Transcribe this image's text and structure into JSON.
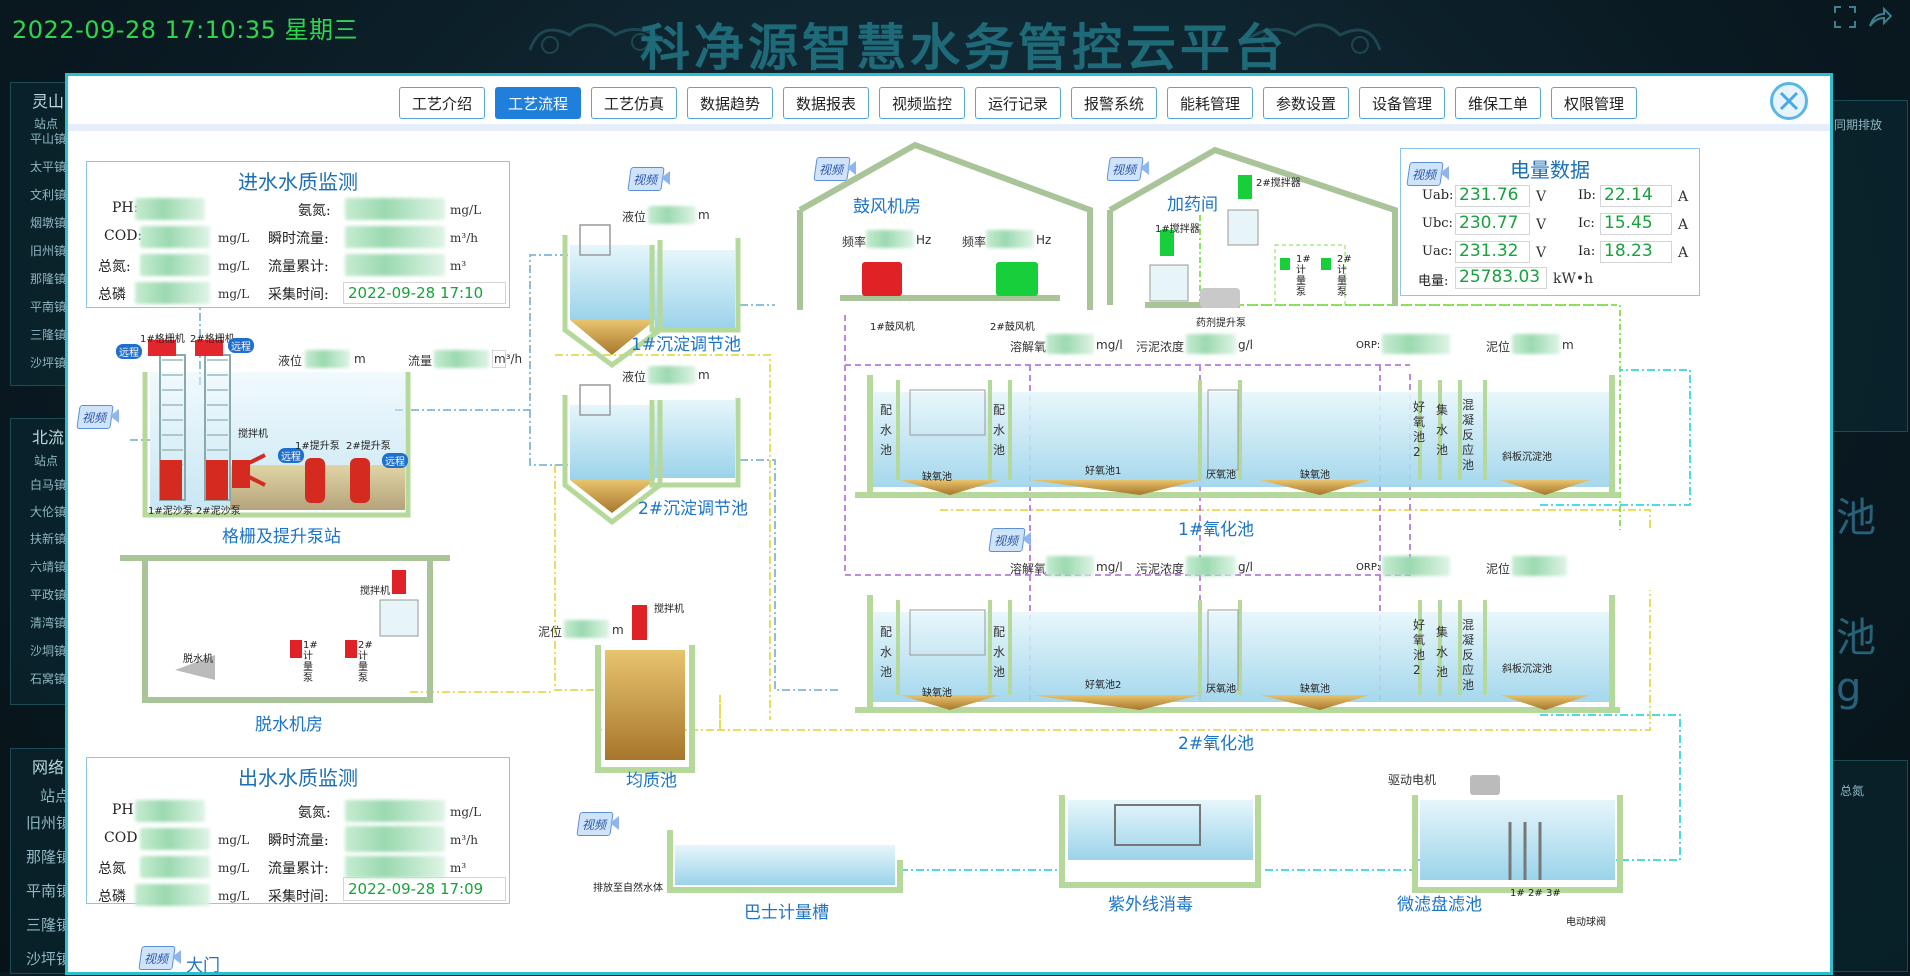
{
  "header": {
    "datetime": "2022-09-28 17:10:35 星期三",
    "title": "科净源智慧水务管控云平台"
  },
  "background": {
    "left_panel_1": {
      "heading": "灵山",
      "col": "站点",
      "rows": [
        "平山镇",
        "太平镇",
        "文利镇",
        "烟墩镇",
        "旧州镇",
        "那隆镇",
        "平南镇",
        "三隆镇",
        "沙坪镇"
      ]
    },
    "left_panel_2": {
      "heading": "北流",
      "col": "站点",
      "rows": [
        "白马镇",
        "大伦镇",
        "扶新镇",
        "六靖镇",
        "平政镇",
        "清湾镇",
        "沙垌镇",
        "石窝镇"
      ]
    },
    "left_panel_3": {
      "heading": "网络",
      "col": "站点",
      "rows": [
        "旧州镇",
        "那隆镇",
        "平南镇",
        "三隆镇",
        "沙坪镇"
      ]
    },
    "right_labels": [
      "同期排放",
      "总氮"
    ],
    "right_big_glyphs": [
      "池",
      "池",
      "g"
    ]
  },
  "tabs": [
    {
      "label": "工艺介绍",
      "active": false
    },
    {
      "label": "工艺流程",
      "active": true
    },
    {
      "label": "工艺仿真",
      "active": false
    },
    {
      "label": "数据趋势",
      "active": false
    },
    {
      "label": "数据报表",
      "active": false
    },
    {
      "label": "视频监控",
      "active": false
    },
    {
      "label": "运行记录",
      "active": false
    },
    {
      "label": "报警系统",
      "active": false
    },
    {
      "label": "能耗管理",
      "active": false
    },
    {
      "label": "参数设置",
      "active": false
    },
    {
      "label": "设备管理",
      "active": false
    },
    {
      "label": "维保工单",
      "active": false
    },
    {
      "label": "权限管理",
      "active": false
    }
  ],
  "inflow": {
    "title": "进水水质监测",
    "ph_label": "PH:",
    "nh_label": "氨氮:",
    "cod_label": "COD:",
    "flow_label": "瞬时流量:",
    "tn_label": "总氮:",
    "total_label": "流量累计:",
    "tp_label": "总磷",
    "time_label": "采集时间:",
    "time_value": "2022-09-28 17:10",
    "unit_mgl": "mg/L",
    "unit_flow": "m³/h",
    "unit_total": "m³"
  },
  "outflow": {
    "title": "出水水质监测",
    "ph_label": "PH",
    "nh_label": "氨氮:",
    "cod_label": "COD",
    "flow_label": "瞬时流量:",
    "tn_label": "总氮",
    "total_label": "流量累计:",
    "tp_label": "总磷",
    "time_label": "采集时间:",
    "time_value": "2022-09-28 17:09",
    "unit_mgl": "mg/L",
    "unit_flow": "m³/h",
    "unit_total": "m³"
  },
  "power": {
    "title": "电量数据",
    "uab_label": "Uab:",
    "uab": "231.76",
    "ubc_label": "Ubc:",
    "ubc": "230.77",
    "uac_label": "Uac:",
    "uac": "231.32",
    "ib_label": "Ib:",
    "ib": "22.14",
    "ic_label": "Ic:",
    "ic": "15.45",
    "ia_label": "Ia:",
    "ia": "18.23",
    "energy_label": "电量:",
    "energy": "25783.03",
    "unit_v": "V",
    "unit_a": "A",
    "unit_kwh": "kW•h"
  },
  "video_label": "视频",
  "remote_label": "远程",
  "process": {
    "grid_station": "格栅及提升泵站",
    "grid1": "1#格栅机",
    "grid2": "2#格栅机",
    "level_label": "液位",
    "level_unit": "m",
    "flow_label": "流量",
    "flow_unit": "m³/h",
    "mixer": "搅拌机",
    "pump1": "1#提升泵",
    "pump2": "2#提升泵",
    "sand_pumps": "1#泥沙泵 2#泥沙泵",
    "sed1": "1#沉淀调节池",
    "sed2": "2#沉淀调节池",
    "blower_room": "鼓风机房",
    "freq_label": "频率",
    "freq_unit": "Hz",
    "blower1": "1#鼓风机",
    "blower2": "2#鼓风机",
    "dosing_room": "加药间",
    "dosing_mixer": "1#搅拌器",
    "dosing_mixer2": "2#搅拌器",
    "meter_pump1": "1#计量泵",
    "meter_pump2": "2#计量泵",
    "chem_pump": "药剂提升泵",
    "do_label": "溶解氧",
    "do_unit": "mg/l",
    "mlss_label": "污泥浓度",
    "mlss_unit": "g/l",
    "orp_label": "ORP:",
    "sludge_level": "泥位",
    "peishui": "配水池",
    "anoxic": "缺氧池",
    "aerobic1": "好氧池1",
    "aerobic2": "好氧池2",
    "anaerobic": "厌氧池",
    "haoyang2": "好氧池2",
    "jishui": "集水池",
    "coag": "混凝反应池",
    "incline": "斜板沉淀池",
    "ox1": "1#氧化池",
    "ox2": "2#氧化池",
    "dewater_room": "脱水机房",
    "dewater_machine": "脱水机",
    "homog": "均质池",
    "parshall": "巴士计量槽",
    "outfall": "排放至自然水体",
    "uv": "紫外线消毒",
    "filter": "微滤盘滤池",
    "drive_motor": "驱动电机",
    "elec_valve": "电动球阀",
    "gate": "大门",
    "pump_labels": [
      "1#",
      "2#",
      "3#"
    ]
  }
}
